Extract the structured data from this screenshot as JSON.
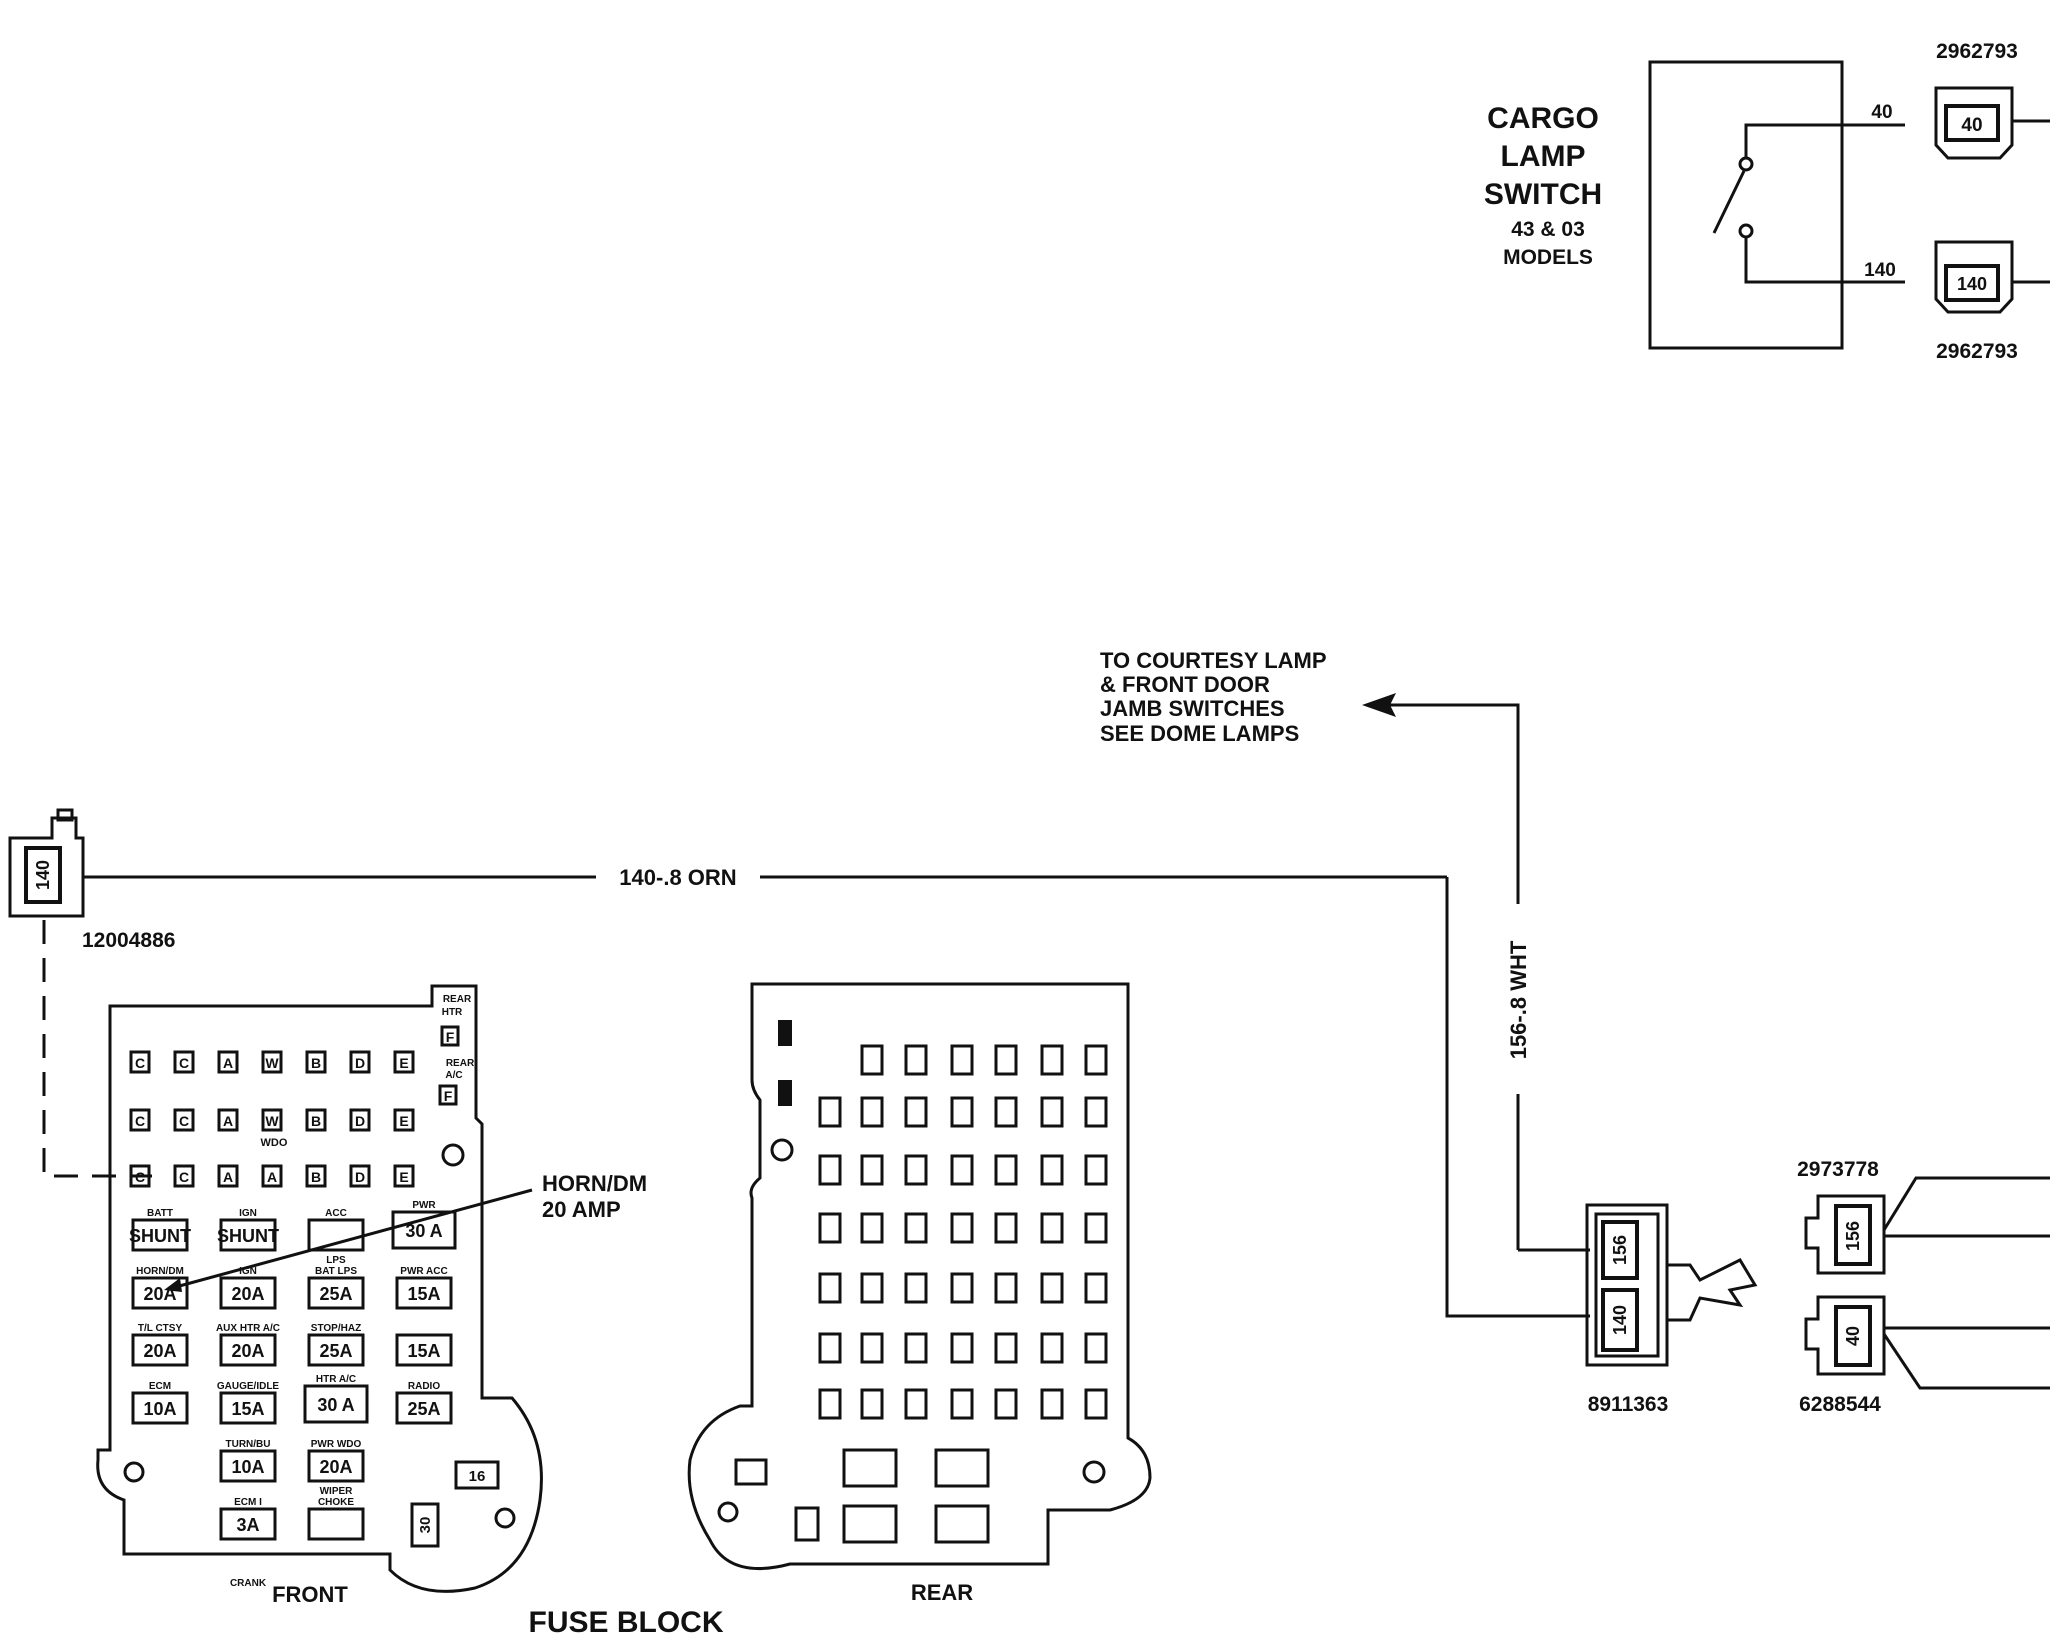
{
  "cargo_switch": {
    "title_line1": "CARGO",
    "title_line2": "LAMP",
    "title_line3": "SWITCH",
    "sub_line1": "43 & 03",
    "sub_line2": "MODELS",
    "wire_top": "40",
    "wire_bottom": "140",
    "conn_top_label": "40",
    "conn_bottom_label": "140",
    "part_top": "2962793",
    "part_bottom": "2962793"
  },
  "courtesy_note": {
    "line1": "TO COURTESY LAMP",
    "line2": "& FRONT DOOR",
    "line3": "JAMB SWITCHES",
    "line4": "SEE DOME LAMPS"
  },
  "wires": {
    "orn": "140-.8 ORN",
    "wht": "156-.8 WHT"
  },
  "connectors": {
    "left_pin": "140",
    "left_part": "12004886",
    "center_pin_top": "156",
    "center_pin_bottom": "140",
    "center_part": "8911363",
    "right_top_pin": "156",
    "right_top_part": "2973778",
    "right_bottom_pin": "40",
    "right_bottom_part": "6288544"
  },
  "horn_note": {
    "line1": "HORN/DM",
    "line2": "20 AMP"
  },
  "fuse_block": {
    "title": "FUSE BLOCK",
    "front_label": "FRONT",
    "rear_label": "REAR",
    "rear_htr": [
      "REAR",
      "HTR"
    ],
    "rear_ac": [
      "REAR",
      "A/C"
    ],
    "relay_rows": [
      [
        "C",
        "C",
        "A",
        "W",
        "B",
        "D",
        "E"
      ],
      [
        "C",
        "C",
        "A",
        "W",
        "B",
        "D",
        "E"
      ],
      [
        "C",
        "C",
        "A",
        "A",
        "B",
        "D",
        "E"
      ]
    ],
    "wdo_label": "WDO",
    "fuses": [
      {
        "id": "batt",
        "value": "SHUNT",
        "label": "BATT"
      },
      {
        "id": "ign1",
        "value": "SHUNT",
        "label": "IGN"
      },
      {
        "id": "acc",
        "value": "",
        "label": "ACC"
      },
      {
        "id": "lps",
        "value": "",
        "label": "LPS"
      },
      {
        "id": "pwr",
        "value": "30 A",
        "label": "PWR"
      },
      {
        "id": "horn",
        "value": "20A",
        "label": "HORN/DM"
      },
      {
        "id": "ign2",
        "value": "20A",
        "label": "IGN"
      },
      {
        "id": "bat_lps",
        "value": "25A",
        "label": "BAT LPS"
      },
      {
        "id": "pwr_acc",
        "value": "15A",
        "label": "PWR ACC"
      },
      {
        "id": "tl_ctsy",
        "value": "20A",
        "label": "T/L CTSY"
      },
      {
        "id": "aux_htr",
        "value": "20A",
        "label": "AUX HTR A/C"
      },
      {
        "id": "stop_haz_v",
        "value": "25A",
        "label": "STOP/HAZ"
      },
      {
        "id": "stop_haz",
        "value": "15A",
        "label": ""
      },
      {
        "id": "ecm",
        "value": "10A",
        "label": "ECM"
      },
      {
        "id": "gauge",
        "value": "15A",
        "label": "GAUGE/IDLE"
      },
      {
        "id": "htr_ac",
        "value": "30 A",
        "label": "HTR A/C"
      },
      {
        "id": "radio",
        "value": "25A",
        "label": "RADIO"
      },
      {
        "id": "turn",
        "value": "10A",
        "label": "TURN/BU"
      },
      {
        "id": "pwr_wdo",
        "value": "20A",
        "label": "PWR WDO"
      },
      {
        "id": "wiper",
        "value": "",
        "label": "WIPER"
      },
      {
        "id": "ecm_i",
        "value": "3A",
        "label": "ECM I"
      },
      {
        "id": "choke",
        "value": "",
        "label": "CHOKE"
      },
      {
        "id": "crank",
        "value": "",
        "label": "CRANK"
      }
    ],
    "small_16": "16",
    "small_30": "30"
  }
}
